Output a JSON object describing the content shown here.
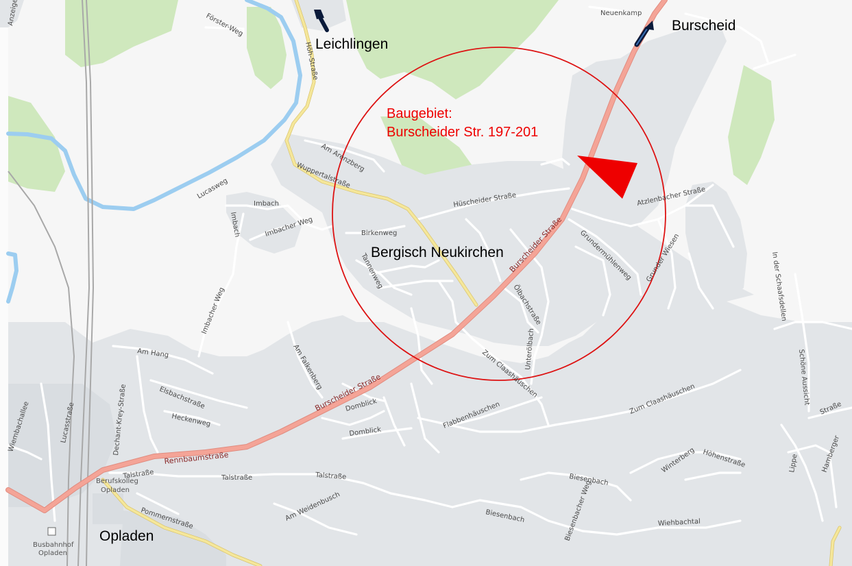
{
  "places": {
    "leichlingen": "Leichlingen",
    "burscheid": "Burscheid",
    "bergisch_neukirchen": "Bergisch Neukirchen",
    "opladen": "Opladen"
  },
  "annotation": {
    "line1": "Baugebiet:",
    "line2": "Burscheider Str. 197-201"
  },
  "streets": {
    "burscheider_strasse": "Burscheider Straße",
    "rennbaumstrasse": "Rennbaumstraße",
    "wuppertalstrasse": "Wuppertalstraße",
    "am_arenzberg": "Am Arenzberg",
    "hueschneider_strasse": "Hüscheider Straße",
    "atzlenbacher_strasse": "Atzlenbacher Straße",
    "grundermuehlenweg": "Grundermühlenweg",
    "grunder_wiesen": "Grunder Wiesen",
    "in_der_schaafsdellen": "In der Schaafsdellen",
    "schoene_aussicht": "Schöne Aussicht",
    "zum_claashaeuschen": "Zum Claashäuschen",
    "unteroelbach": "Unterölbach",
    "oelbachstrasse": "Ölbachstraße",
    "tannenweg": "Tannenweg",
    "birkenweg": "Birkenweg",
    "imbach": "Imbach",
    "imbacher_weg": "Imbacher Weg",
    "am_hang": "Am Hang",
    "am_falkenberg": "Am Falkenberg",
    "elsbachstrasse": "Elsbachstraße",
    "heckenweg": "Heckenweg",
    "domblick": "Domblick",
    "flabbenhaeuschen": "Flabbenhäuschen",
    "talstrasse": "Talstraße",
    "pommernstrasse": "Pommernstraße",
    "am_weidenbusch": "Am Weidenbusch",
    "biesenbach": "Biesenbach",
    "wiehbachtal": "Wiehbachtal",
    "hoehenstrasse": "Höhenstraße",
    "winterberg": "Winterberg",
    "lippe": "Lippe",
    "hamberger": "Hamberger",
    "strasse": "Straße",
    "lucasweg": "Lucasweg",
    "lucasstrasse": "Lucasstraße",
    "dechant_krey_strasse": "Dechant-Krey-Straße",
    "wiembachallee": "Wiembachallee",
    "neuenkamp": "Neuenkamp",
    "forster_weg": "Förster-Weg",
    "hoeh_strasse": "Höh-Straße",
    "anzeige": "Anzeige",
    "biesenbacher_weg": "Biesenbacher Weg"
  },
  "pois": {
    "berufskolleg": "Berufskolleg",
    "berufskolleg_2": "Opladen",
    "busbahnhof": "Busbahnhof",
    "busbahnhof_2": "Opladen"
  },
  "colors": {
    "residential": "#e2e5e8",
    "forest": "#cfe8bd",
    "river": "#9ccdf0",
    "main_road": "#f29e8e",
    "secondary_road": "#f3e592",
    "circle": "#dd1111",
    "marker": "#ee0000"
  }
}
